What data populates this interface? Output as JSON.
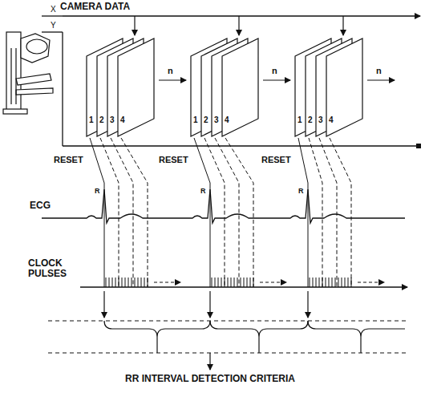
{
  "diagram": {
    "labels": [
      "CAMERA DATA",
      "X",
      "Y",
      "1",
      "2",
      "3",
      "4",
      "1",
      "2",
      "3",
      "4",
      "1",
      "2",
      "3",
      "4",
      "n",
      "n",
      "n",
      "RESET",
      "RESET",
      "RESET",
      "ECG",
      "R",
      "R",
      "R",
      "CLOCK PULSES",
      "RR INTERVAL DETECTION CRITERIA"
    ]
  }
}
